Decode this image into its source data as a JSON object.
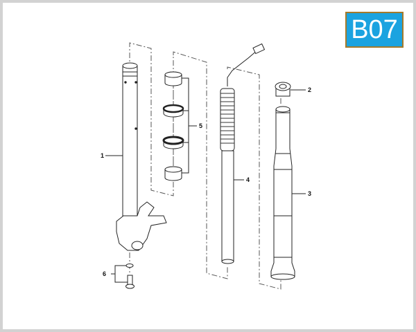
{
  "diagram": {
    "code": "B07",
    "badge_color": "#1ba3e0",
    "badge_border_color": "#a57a2a",
    "frame_color": "#d2d2d2",
    "callouts": [
      {
        "number": "1",
        "part": "outer fork tube with axle clamp"
      },
      {
        "number": "2",
        "part": "top cap / plug"
      },
      {
        "number": "3",
        "part": "inner fork tube"
      },
      {
        "number": "4",
        "part": "damper cartridge with sensor cable"
      },
      {
        "number": "5",
        "part": "bushings and seals set"
      },
      {
        "number": "6",
        "part": "bolt and washer set"
      }
    ]
  }
}
